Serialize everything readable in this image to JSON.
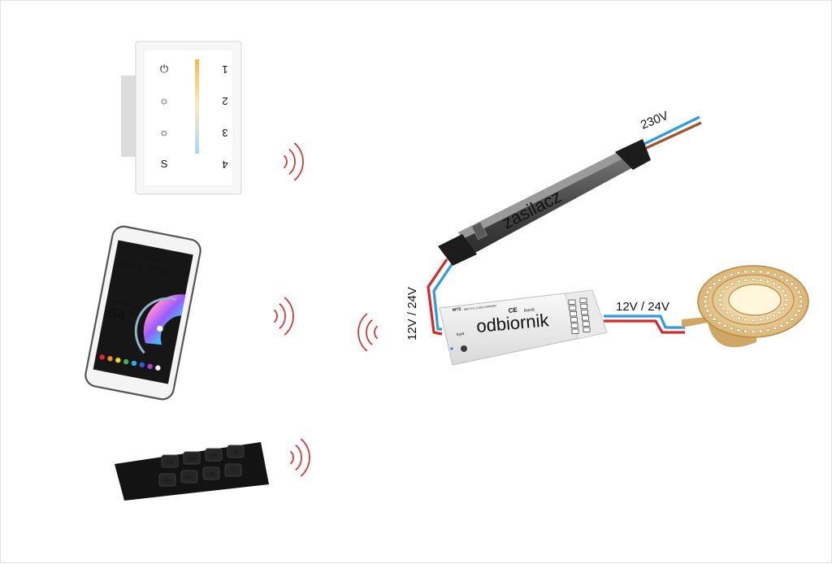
{
  "labels": {
    "mains_voltage": "230V",
    "psu": "zasilacz",
    "receiver": "odbiornik",
    "dc_in": "12V / 24V",
    "dc_out": "12V / 24V"
  },
  "wall_panel": {
    "buttons_left": [
      "⏻",
      "☼",
      "☼",
      "S"
    ],
    "buttons_right": [
      "1",
      "2",
      "3",
      "4"
    ]
  },
  "phone_app": {
    "header": "LED STRIPS",
    "tab_colour": "Colour",
    "tab_white": "White",
    "brightness_label": "Brightness",
    "brightness_value": "54",
    "brightness_unit": "%",
    "swatches": [
      "#e3262d",
      "#f08a24",
      "#f6d32d",
      "#3cb44b",
      "#1fb5e8",
      "#2b5fd9",
      "#b23fd6",
      "#f2f2f2"
    ]
  },
  "remote": {
    "keys": [
      "ON",
      "ON",
      "ON",
      "⏻",
      "OFF",
      "OFF",
      "OFF",
      "S"
    ]
  },
  "controller": {
    "model": "WT5",
    "subtitle": "WiFi 5 in 1 LED Controller",
    "brand": "tuya",
    "ce": "CE",
    "rohs": "RoHS"
  },
  "colors": {
    "wire_red": "#d8262c",
    "wire_blue": "#2f9be0",
    "wire_brown": "#a0522d",
    "signal": "#d63a3a",
    "strip": "#e8c888"
  }
}
